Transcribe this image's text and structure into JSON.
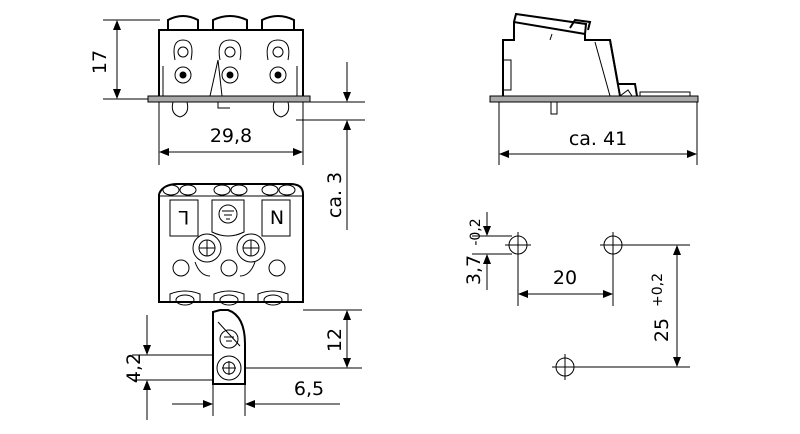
{
  "dimensions": {
    "height_17": "17",
    "width_29_8": "29,8",
    "ca_3": "ca. 3",
    "ca_41": "ca. 41",
    "height_12": "12",
    "dim_4_2": "4,2",
    "dim_6_5": "6,5",
    "dim_3_7": "3,7",
    "tol_3_7": "-0,2",
    "dim_20": "20",
    "dim_25": "25",
    "tol_25": "+0,2"
  },
  "terminal_labels": {
    "left": "L",
    "right": "N",
    "ground_symbol": "earth-ground"
  }
}
